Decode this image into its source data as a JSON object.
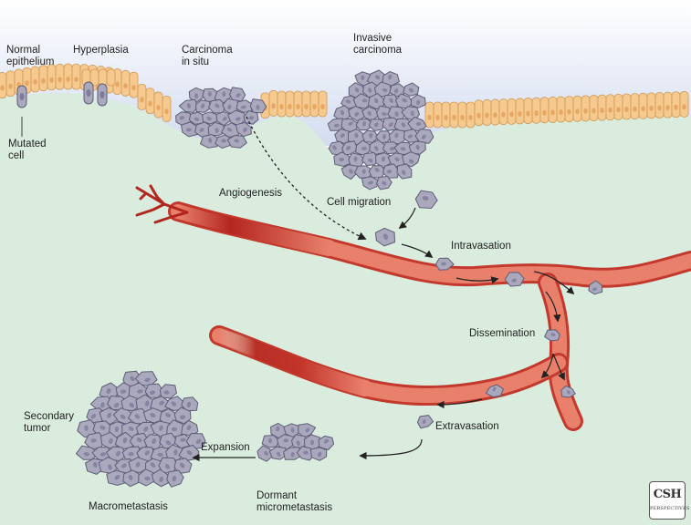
{
  "labels": {
    "normal_epithelium": "Normal\nepithelium",
    "hyperplasia": "Hyperplasia",
    "carcinoma_in_situ": "Carcinoma\nin situ",
    "invasive_carcinoma": "Invasive\ncarcinoma",
    "mutated_cell": "Mutated\ncell",
    "angiogenesis": "Angiogenesis",
    "cell_migration": "Cell migration",
    "intravasation": "Intravasation",
    "dissemination": "Dissemination",
    "extravasation": "Extravasation",
    "expansion": "Expansion",
    "secondary_tumor": "Secondary\ntumor",
    "macrometastasis": "Macrometastasis",
    "dormant_micrometastasis": "Dormant\nmicrometastasis"
  },
  "logo": {
    "line1": "CSH",
    "line2": "PERSPECTIVES"
  },
  "colors": {
    "lumen": "#dfe6f3",
    "stroma": "#d9ecdd",
    "epithelial_cell": "#f6c98f",
    "epithelial_outline": "#cf9a55",
    "tumor_cell": "#a9a8bd",
    "tumor_outline": "#5f5d78",
    "vessel": "#e9806c",
    "vessel_dark": "#b3261e"
  }
}
